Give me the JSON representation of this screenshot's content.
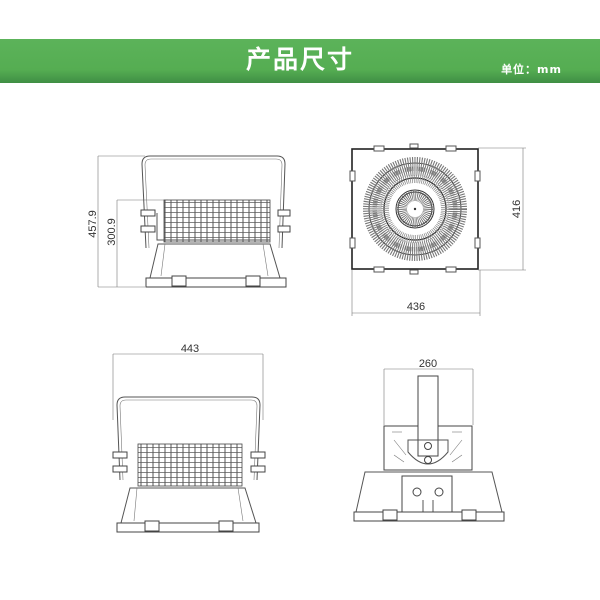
{
  "header": {
    "title": "产品尺寸",
    "unit_label": "单位：mm",
    "background_color": "#55ad52",
    "text_color": "#ffffff"
  },
  "views": {
    "side_view": {
      "height_total": "457.9",
      "height_body": "300.9"
    },
    "top_view": {
      "width": "436",
      "height": "416"
    },
    "front_view": {
      "width": "443"
    },
    "rear_view": {
      "width": "260"
    }
  }
}
